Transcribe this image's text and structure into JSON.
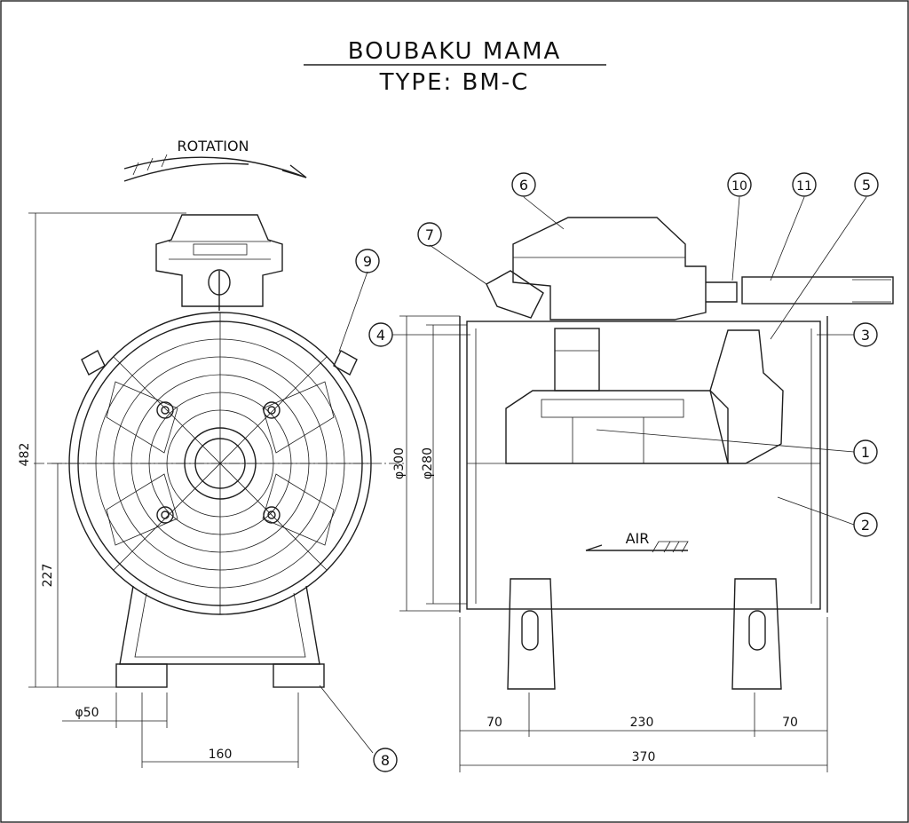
{
  "title": {
    "line1": "BOUBAKU MAMA",
    "line2": "TYPE:  BM-C"
  },
  "rotation_label": "ROTATION",
  "air_label": "AIR",
  "dimensions": {
    "height_total": "482",
    "height_axis": "227",
    "foot_dia": "φ50",
    "foot_span": "160",
    "dia_outer": "φ300",
    "dia_inner": "φ280",
    "left_overhang": "70",
    "center_span": "230",
    "right_overhang": "70",
    "total_length": "370"
  },
  "part_callouts": [
    "1",
    "2",
    "3",
    "4",
    "5",
    "6",
    "7",
    "8",
    "9",
    "10",
    "11"
  ]
}
